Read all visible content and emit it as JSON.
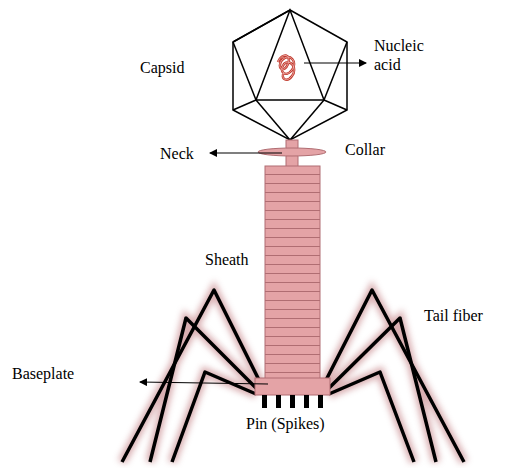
{
  "diagram": {
    "labels": [
      "Nucleic acid",
      "Capsid",
      "Neck",
      "Collar",
      "Sheath",
      "Tail fiber",
      "Baseplate",
      "Pin (Spikes)"
    ]
  }
}
